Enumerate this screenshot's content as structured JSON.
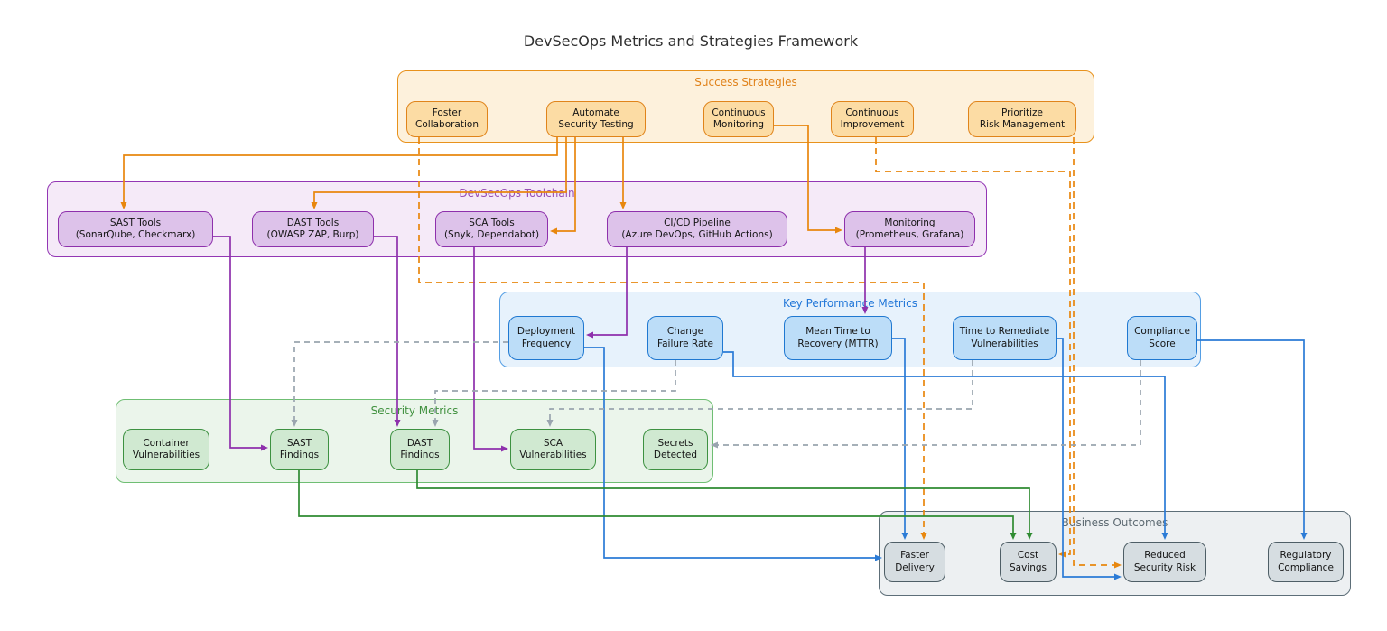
{
  "title": "DevSecOps Metrics and Strategies Framework",
  "colors": {
    "orange": "#E8870E",
    "purple": "#8E30AC",
    "blue": "#2B7BD6",
    "green": "#2F8B32",
    "gray": "#9AA5AF"
  },
  "clusters": {
    "success": {
      "label": "Success Strategies",
      "nodes": {
        "foster": {
          "label": "Foster\nCollaboration"
        },
        "automate": {
          "label": "Automate\nSecurity Testing"
        },
        "cont_monitoring": {
          "label": "Continuous\nMonitoring"
        },
        "cont_improvement": {
          "label": "Continuous\nImprovement"
        },
        "prioritize_risk": {
          "label": "Prioritize\nRisk Management"
        }
      }
    },
    "toolchain": {
      "label": "DevSecOps Toolchain",
      "nodes": {
        "sast_tools": {
          "label": "SAST Tools\n(SonarQube, Checkmarx)"
        },
        "dast_tools": {
          "label": "DAST Tools\n(OWASP ZAP, Burp)"
        },
        "sca_tools": {
          "label": "SCA Tools\n(Snyk, Dependabot)"
        },
        "cicd": {
          "label": "CI/CD Pipeline\n(Azure DevOps, GitHub Actions)"
        },
        "monitoring": {
          "label": "Monitoring\n(Prometheus, Grafana)"
        }
      }
    },
    "kpm": {
      "label": "Key Performance Metrics",
      "nodes": {
        "deploy_freq": {
          "label": "Deployment\nFrequency"
        },
        "change_fail": {
          "label": "Change\nFailure Rate"
        },
        "mttr": {
          "label": "Mean Time to\nRecovery (MTTR)"
        },
        "ttrv": {
          "label": "Time to Remediate\nVulnerabilities"
        },
        "compliance": {
          "label": "Compliance\nScore"
        }
      }
    },
    "security": {
      "label": "Security Metrics",
      "nodes": {
        "container_vulns": {
          "label": "Container\nVulnerabilities"
        },
        "sast_findings": {
          "label": "SAST\nFindings"
        },
        "dast_findings": {
          "label": "DAST\nFindings"
        },
        "sca_vulns": {
          "label": "SCA\nVulnerabilities"
        },
        "secrets": {
          "label": "Secrets\nDetected"
        }
      }
    },
    "outcomes": {
      "label": "Business Outcomes",
      "nodes": {
        "faster_delivery": {
          "label": "Faster\nDelivery"
        },
        "cost_savings": {
          "label": "Cost\nSavings"
        },
        "reduced_risk": {
          "label": "Reduced\nSecurity Risk"
        },
        "reg_compliance": {
          "label": "Regulatory\nCompliance"
        }
      }
    }
  },
  "edges": [
    {
      "from": "automate",
      "to": "sast_tools",
      "color": "orange",
      "dashed": false
    },
    {
      "from": "automate",
      "to": "dast_tools",
      "color": "orange",
      "dashed": false
    },
    {
      "from": "automate",
      "to": "sca_tools",
      "color": "orange",
      "dashed": false
    },
    {
      "from": "automate",
      "to": "cicd",
      "color": "orange",
      "dashed": false
    },
    {
      "from": "cont_monitoring",
      "to": "monitoring",
      "color": "orange",
      "dashed": false
    },
    {
      "from": "foster",
      "to": "faster_delivery",
      "color": "orange",
      "dashed": true
    },
    {
      "from": "cont_improvement",
      "to": "cost_savings",
      "color": "orange",
      "dashed": true
    },
    {
      "from": "prioritize_risk",
      "to": "reduced_risk",
      "color": "orange",
      "dashed": true
    },
    {
      "from": "sast_tools",
      "to": "sast_findings",
      "color": "purple",
      "dashed": false
    },
    {
      "from": "dast_tools",
      "to": "dast_findings",
      "color": "purple",
      "dashed": false
    },
    {
      "from": "sca_tools",
      "to": "sca_vulns",
      "color": "purple",
      "dashed": false
    },
    {
      "from": "cicd",
      "to": "deploy_freq",
      "color": "purple",
      "dashed": false
    },
    {
      "from": "monitoring",
      "to": "mttr",
      "color": "purple",
      "dashed": false
    },
    {
      "from": "deploy_freq",
      "to": "faster_delivery",
      "color": "blue",
      "dashed": false
    },
    {
      "from": "change_fail",
      "to": "reduced_risk",
      "color": "blue",
      "dashed": false
    },
    {
      "from": "mttr",
      "to": "faster_delivery",
      "color": "blue",
      "dashed": false
    },
    {
      "from": "ttrv",
      "to": "reduced_risk",
      "color": "blue",
      "dashed": false
    },
    {
      "from": "compliance",
      "to": "reg_compliance",
      "color": "blue",
      "dashed": false
    },
    {
      "from": "sast_findings",
      "to": "cost_savings",
      "color": "green",
      "dashed": false
    },
    {
      "from": "dast_findings",
      "to": "cost_savings",
      "color": "green",
      "dashed": false
    },
    {
      "from": "deploy_freq",
      "to": "sast_findings",
      "color": "gray",
      "dashed": true
    },
    {
      "from": "change_fail",
      "to": "dast_findings",
      "color": "gray",
      "dashed": true
    },
    {
      "from": "ttrv",
      "to": "sca_vulns",
      "color": "gray",
      "dashed": true
    },
    {
      "from": "compliance",
      "to": "secrets",
      "color": "gray",
      "dashed": true
    }
  ]
}
